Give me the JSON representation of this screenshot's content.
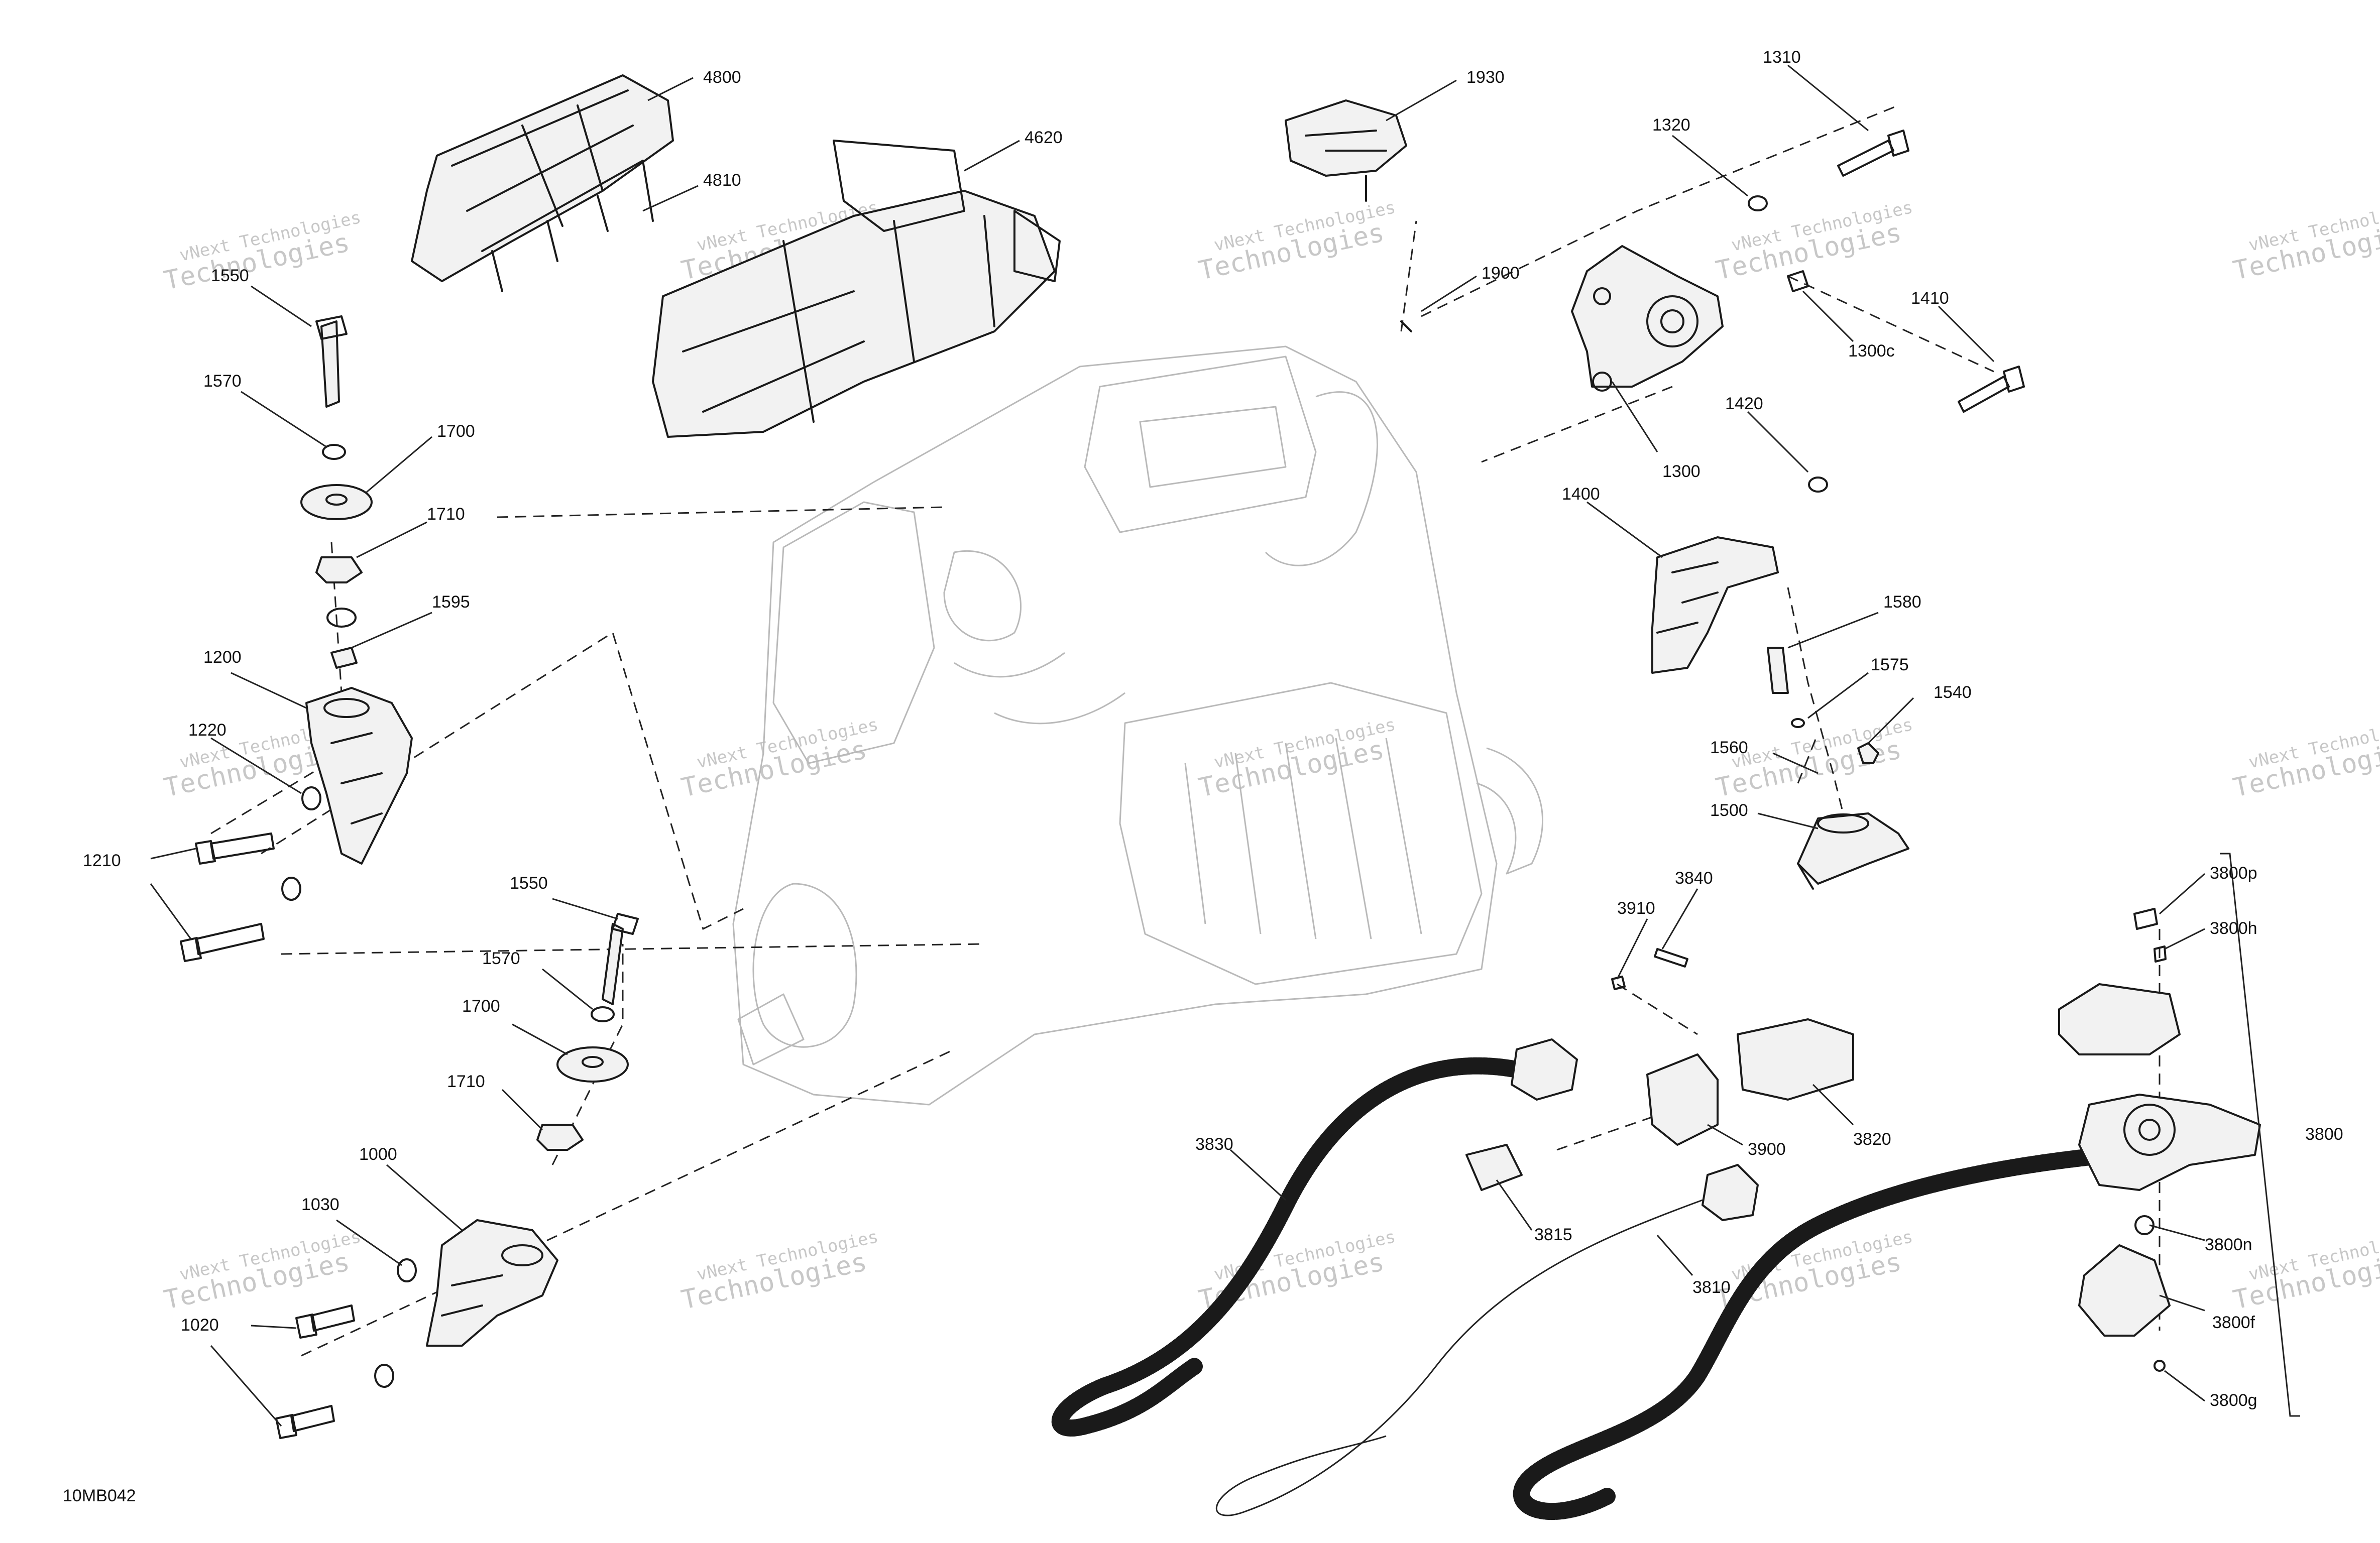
{
  "diagram_code": "10MB042",
  "watermark": {
    "line1": "vNext Technologies",
    "line2": "Technologies"
  },
  "callouts": [
    {
      "id": "c4800",
      "label": "4800"
    },
    {
      "id": "c4810",
      "label": "4810"
    },
    {
      "id": "c4620",
      "label": "4620"
    },
    {
      "id": "c1930",
      "label": "1930"
    },
    {
      "id": "c1900",
      "label": "1900"
    },
    {
      "id": "c1310",
      "label": "1310"
    },
    {
      "id": "c1320",
      "label": "1320"
    },
    {
      "id": "c1300c",
      "label": "1300c"
    },
    {
      "id": "c1300",
      "label": "1300"
    },
    {
      "id": "c1410",
      "label": "1410"
    },
    {
      "id": "c1420",
      "label": "1420"
    },
    {
      "id": "c1400",
      "label": "1400"
    },
    {
      "id": "c1580",
      "label": "1580"
    },
    {
      "id": "c1575",
      "label": "1575"
    },
    {
      "id": "c1540",
      "label": "1540"
    },
    {
      "id": "c1560",
      "label": "1560"
    },
    {
      "id": "c1500",
      "label": "1500"
    },
    {
      "id": "c1550a",
      "label": "1550"
    },
    {
      "id": "c1570a",
      "label": "1570"
    },
    {
      "id": "c1700a",
      "label": "1700"
    },
    {
      "id": "c1710a",
      "label": "1710"
    },
    {
      "id": "c1595",
      "label": "1595"
    },
    {
      "id": "c1200",
      "label": "1200"
    },
    {
      "id": "c1220",
      "label": "1220"
    },
    {
      "id": "c1210",
      "label": "1210"
    },
    {
      "id": "c1550b",
      "label": "1550"
    },
    {
      "id": "c1570b",
      "label": "1570"
    },
    {
      "id": "c1700b",
      "label": "1700"
    },
    {
      "id": "c1710b",
      "label": "1710"
    },
    {
      "id": "c1000",
      "label": "1000"
    },
    {
      "id": "c1030",
      "label": "1030"
    },
    {
      "id": "c1020",
      "label": "1020"
    },
    {
      "id": "c3910",
      "label": "3910"
    },
    {
      "id": "c3840",
      "label": "3840"
    },
    {
      "id": "c3900",
      "label": "3900"
    },
    {
      "id": "c3820",
      "label": "3820"
    },
    {
      "id": "c3830",
      "label": "3830"
    },
    {
      "id": "c3815",
      "label": "3815"
    },
    {
      "id": "c3810",
      "label": "3810"
    },
    {
      "id": "c3800p",
      "label": "3800p"
    },
    {
      "id": "c3800h",
      "label": "3800h"
    },
    {
      "id": "c3800",
      "label": "3800"
    },
    {
      "id": "c3800n",
      "label": "3800n"
    },
    {
      "id": "c3800f",
      "label": "3800f"
    },
    {
      "id": "c3800g",
      "label": "3800g"
    }
  ]
}
